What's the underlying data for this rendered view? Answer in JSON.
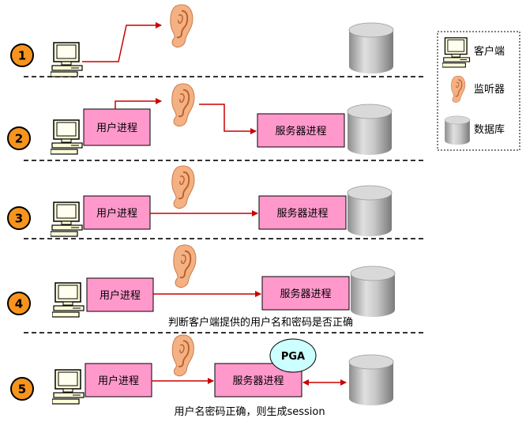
{
  "steps": [
    {
      "number": "1"
    },
    {
      "number": "2",
      "client_process": "用户进程",
      "server_process": "服务器进程"
    },
    {
      "number": "3",
      "client_process": "用户进程",
      "server_process": "服务器进程"
    },
    {
      "number": "4",
      "client_process": "用户进程",
      "server_process": "服务器进程",
      "note": "判断客户端提供的用户名和密码是否正确"
    },
    {
      "number": "5",
      "client_process": "用户进程",
      "server_process": "服务器进程",
      "pga": "PGA",
      "note": "用户名密码正确，则生成session"
    }
  ],
  "legend": {
    "client": "客户端",
    "listener": "监听器",
    "database": "数据库"
  },
  "colors": {
    "step_circle": "#f7941d",
    "process_box": "#ff99cc",
    "pga_fill": "#ccffff",
    "arrow": "#cc0000",
    "ear": "#f4b183"
  }
}
